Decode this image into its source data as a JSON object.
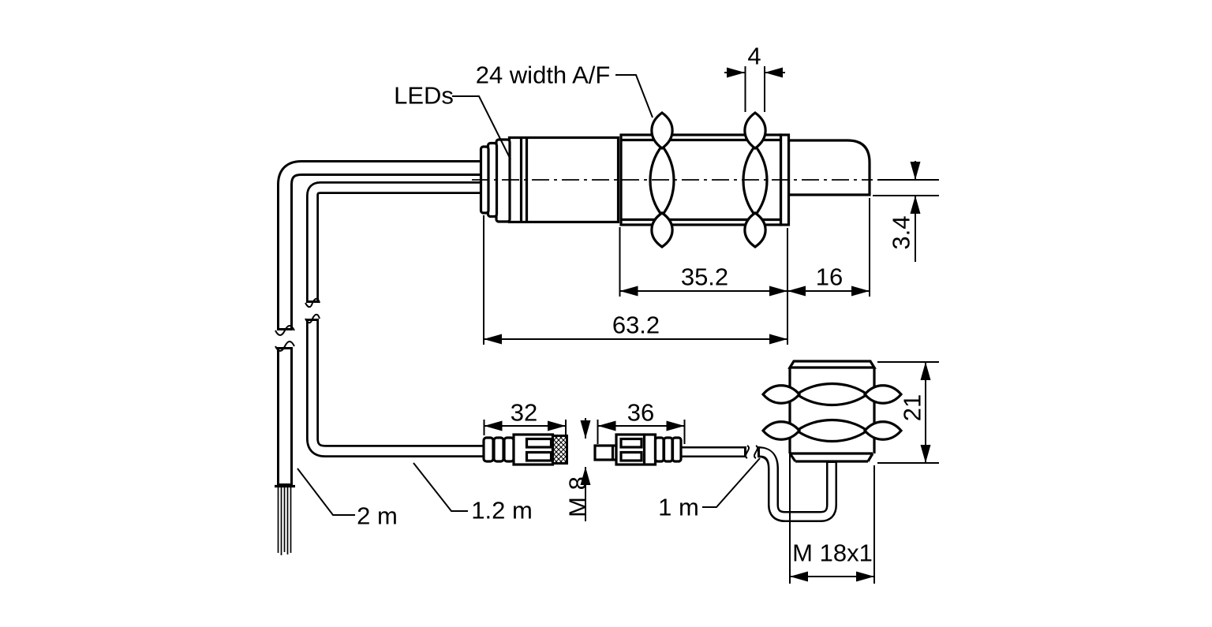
{
  "drawing": {
    "labels": {
      "leds": "LEDs",
      "wrench_width": "24 width A/F",
      "cable_length_stripped": "2 m",
      "cable_length_connector": "1.2 m",
      "cable_length_angled": "1 m",
      "connector_size": "M 8",
      "thread_spec": "M 18x1"
    },
    "dimensions": {
      "nut_thickness": "4",
      "cable_exit_offset": "3.4",
      "thread_length": "35.2",
      "elbow_length": "16",
      "total_length": "63.2",
      "female_connector_length": "32",
      "male_connector_length": "36",
      "body_height": "21"
    },
    "colors": {
      "line": "#000000",
      "background": "#ffffff"
    }
  }
}
